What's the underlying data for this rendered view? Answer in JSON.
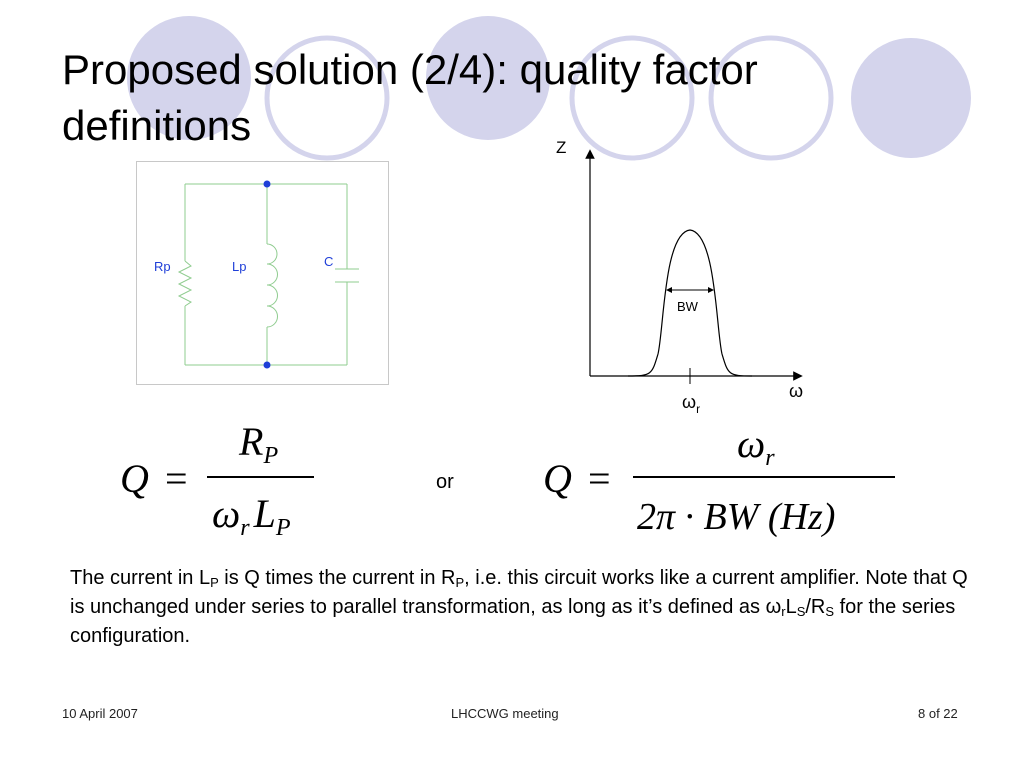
{
  "slide": {
    "title_line1": "Proposed solution (2/4): quality factor",
    "title_line2": "definitions"
  },
  "colors": {
    "circle_fill": "#d4d4ec",
    "circle_stroke": "#d4d4ec",
    "wire": "#8fcc8f",
    "label_blue": "#1f3fd8",
    "node": "#1f3fd8"
  },
  "circuit": {
    "labels": {
      "rp": "Rp",
      "lp": "Lp",
      "c": "C"
    }
  },
  "graph": {
    "y_label": "Z",
    "x_label": "ω",
    "bw_label": "BW",
    "resonance_label": "ω",
    "resonance_sub": "r"
  },
  "equations": {
    "left": {
      "lhs": "Q",
      "eq": "=",
      "num_main": "R",
      "num_sub": "P",
      "den_a": "ω",
      "den_a_sub": "r",
      "den_b": "L",
      "den_b_sub": "P"
    },
    "or": "or",
    "right": {
      "lhs": "Q",
      "eq": "=",
      "num_main": "ω",
      "num_sub": "r",
      "den": "2π · BW (Hz)"
    }
  },
  "body": {
    "t1": "The current in L",
    "s1": "P",
    "t2": " is Q times the current in R",
    "s2": "P",
    "t3": ", i.e. this circuit works like a current amplifier. Note that Q is unchanged under series to parallel transformation, as long as it’s defined as ω",
    "s3": "r",
    "t4": "L",
    "s4": "S",
    "t5": "/R",
    "s5": "S",
    "t6": " for the series configuration."
  },
  "footer": {
    "date": "10 April 2007",
    "center": "LHCCWG meeting",
    "page": "8 of 22"
  }
}
